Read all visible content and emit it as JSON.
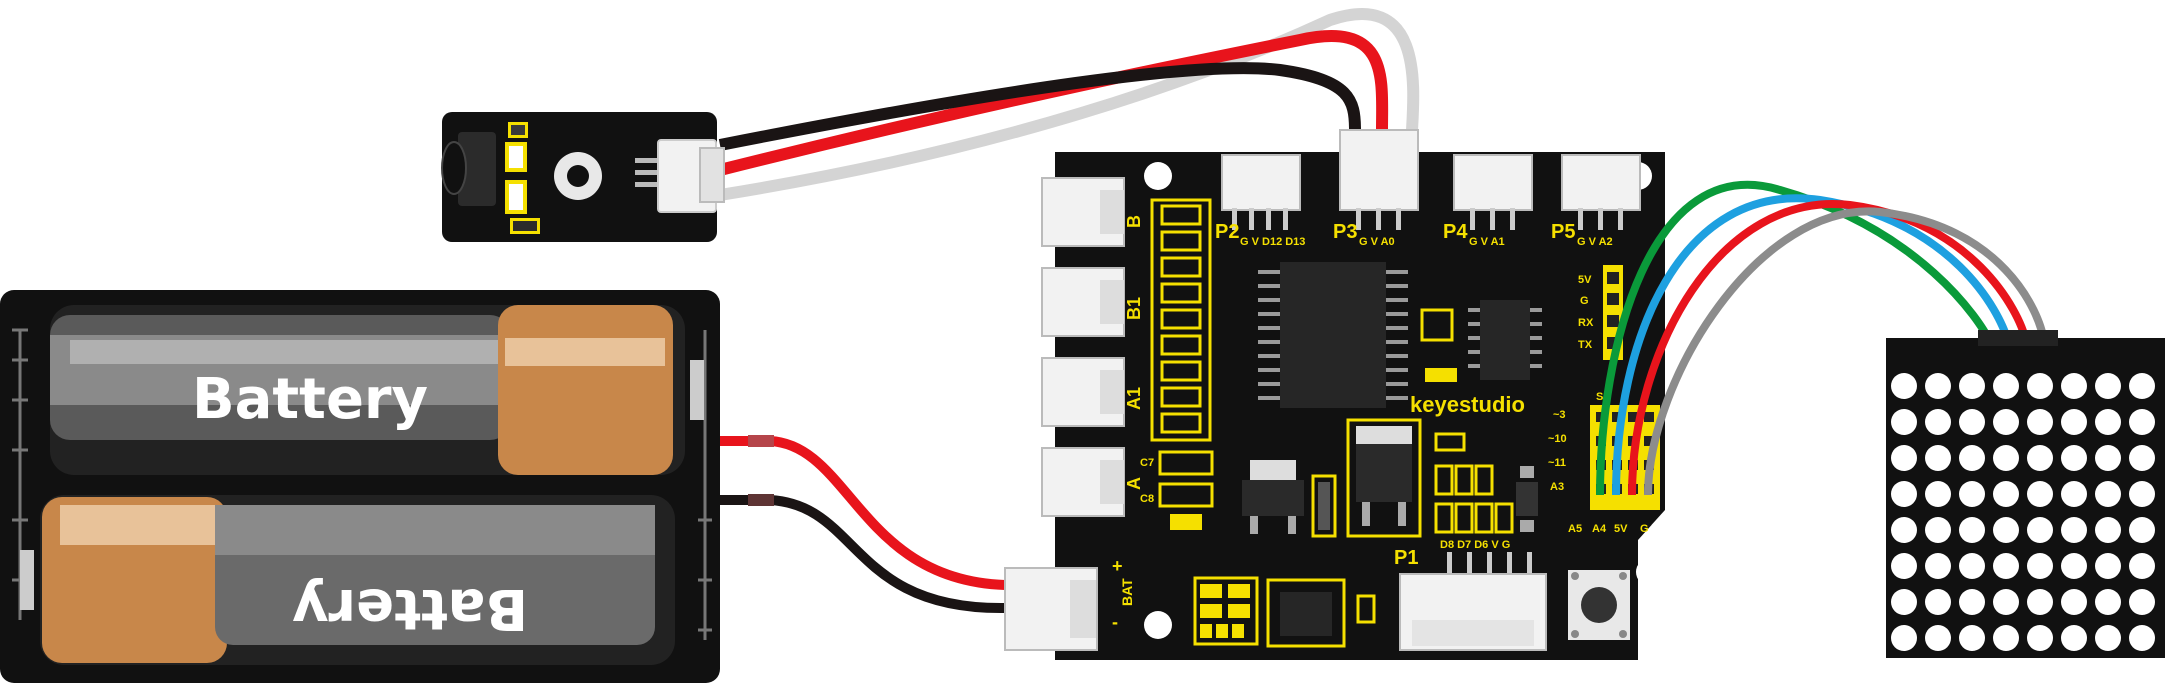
{
  "battery": {
    "cell1_label": "Battery",
    "cell2_label": "Battery"
  },
  "board": {
    "brand": "keyestudio",
    "ports": {
      "p1": "P1",
      "p2": "P2",
      "p3": "P3",
      "p4": "P4",
      "p5": "P5"
    },
    "port_pins": {
      "p2": "G V D12 D13",
      "p3": "G V A0",
      "p4": "G V A1",
      "p5": "G V A2",
      "p1": "D8 D7 D6 V G"
    },
    "side_labels": {
      "b": "B",
      "b1": "B1",
      "a1": "A1",
      "a": "A"
    },
    "caps": {
      "c7": "C7",
      "c8": "C8"
    },
    "header_labels": [
      "5V",
      "G",
      "RX",
      "TX"
    ],
    "pwm_labels": [
      "~3",
      "~10",
      "~11",
      "A3"
    ],
    "bottom_pins": [
      "A5",
      "A4",
      "5V",
      "G"
    ],
    "s_label": "S",
    "bat_label": "BAT",
    "plus": "+",
    "minus": "-"
  },
  "colors": {
    "board": "#111111",
    "silk": "#f5e000",
    "wire_red": "#e8141c",
    "wire_black": "#1a1414",
    "wire_white": "#d4d4d4",
    "wire_green": "#0a9a3a",
    "wire_blue": "#1ea0e0",
    "wire_gray": "#8c8c8c",
    "copper": "#c8874a"
  }
}
